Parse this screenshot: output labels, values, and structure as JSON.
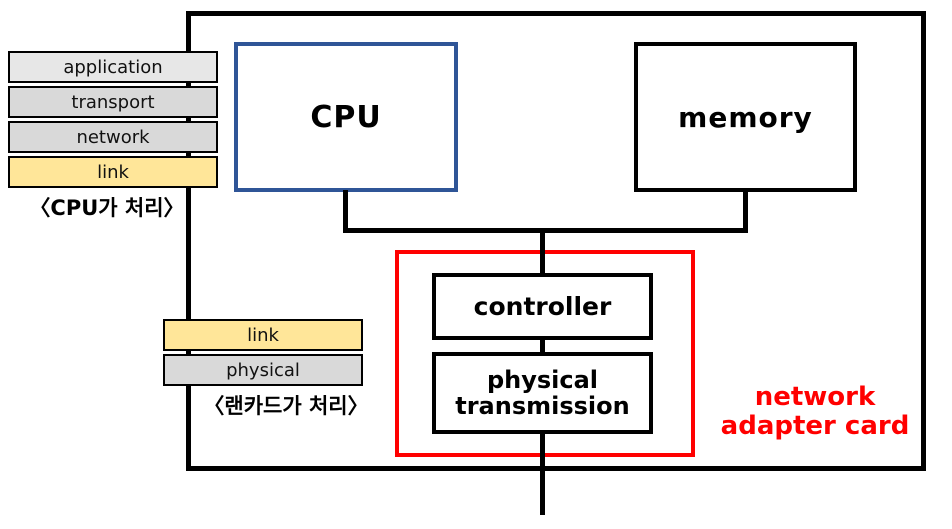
{
  "diagram": {
    "cpu": {
      "label": "CPU"
    },
    "memory": {
      "label": "memory"
    },
    "adapter": {
      "controller_label": "controller",
      "physical_transmission_label": "physical transmission",
      "name_line1": "network",
      "name_line2": "adapter card"
    },
    "host_protocol_stack": {
      "rows": [
        {
          "label": "application",
          "fill": "#e7e7e7"
        },
        {
          "label": "transport",
          "fill": "#d9d9d9"
        },
        {
          "label": "network",
          "fill": "#d9d9d9"
        },
        {
          "label": "link",
          "fill": "#ffe699"
        }
      ],
      "caption": "〈CPU가 처리〉"
    },
    "nic_protocol_stack": {
      "rows": [
        {
          "label": "link",
          "fill": "#ffe699"
        },
        {
          "label": "physical",
          "fill": "#d9d9d9"
        }
      ],
      "caption": "〈랜카드가 처리〉"
    },
    "colors": {
      "cpu_box_border": "#2f5597",
      "adapter_outline": "#ff0000",
      "adapter_text": "#ff0000",
      "link_row_fill": "#ffe699",
      "gray_row_fill": "#d9d9d9",
      "application_row_fill": "#e7e7e7",
      "line_color": "#000000"
    }
  }
}
